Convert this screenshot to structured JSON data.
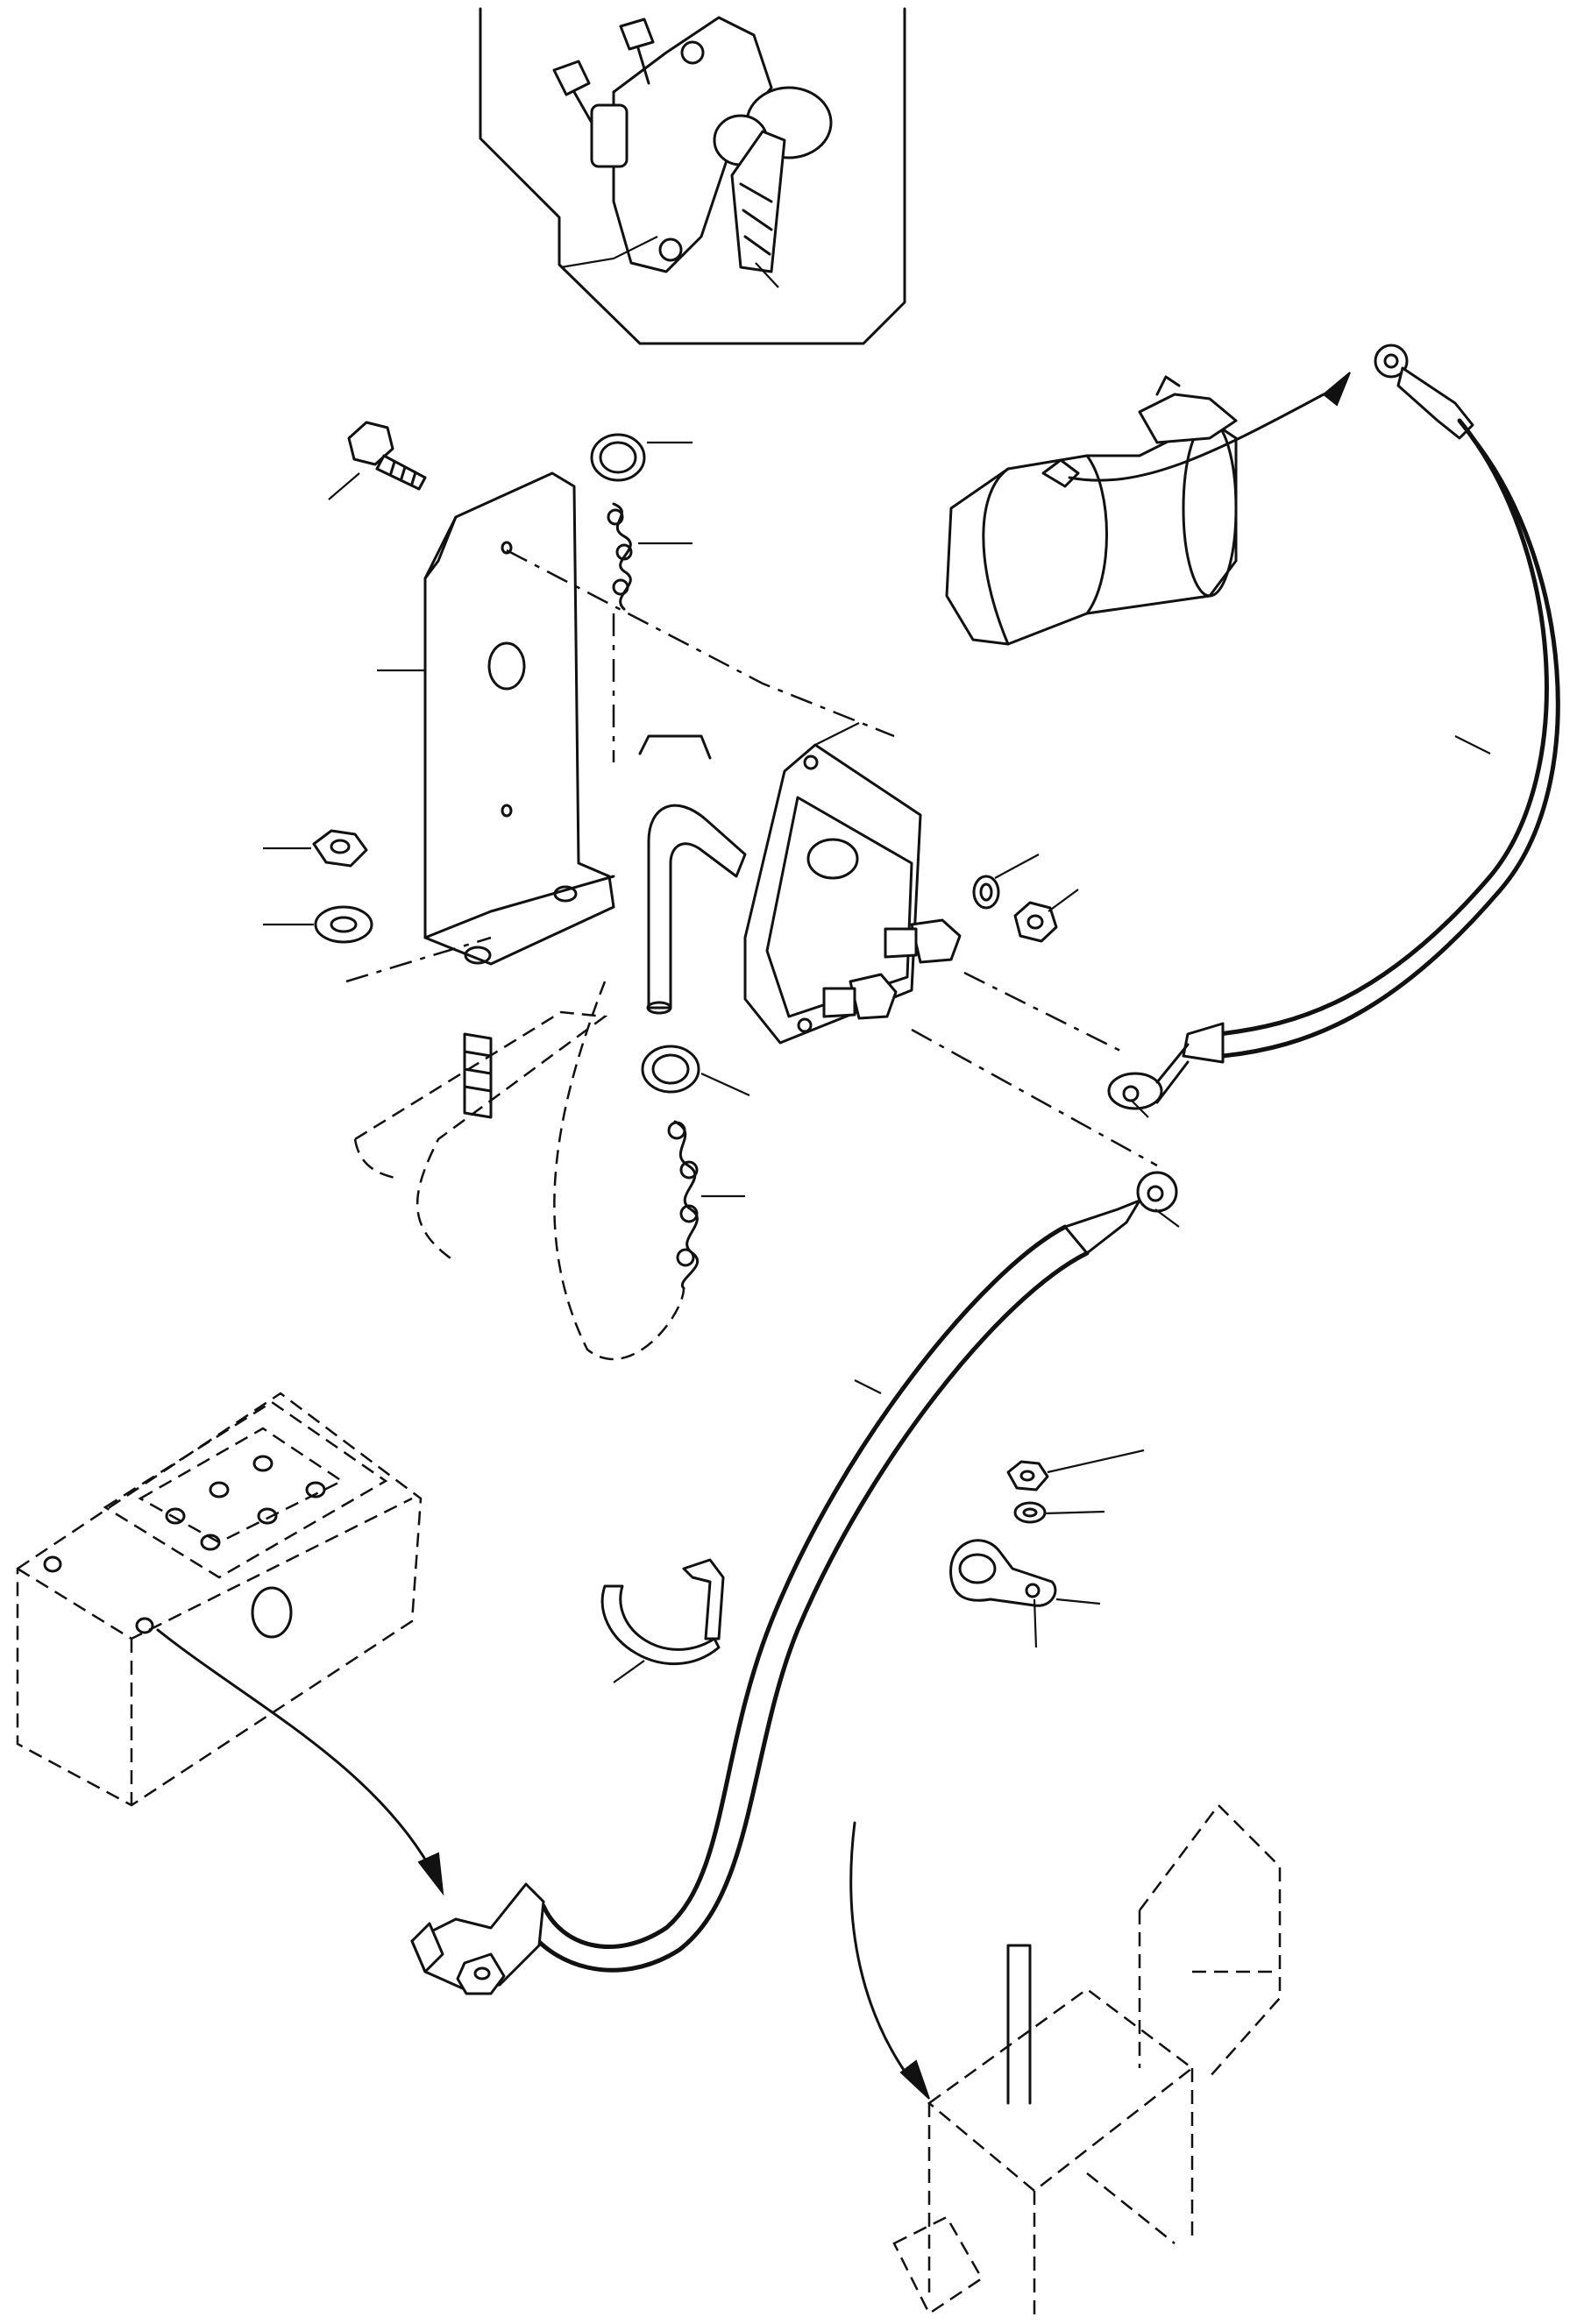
{
  "diagram": {
    "title": "",
    "parts": [
      "isolator-switch-inset",
      "hex-bolt",
      "mounting-bracket",
      "hex-nut",
      "lock-washer",
      "insulating-ring-upper",
      "bead-chain-upper",
      "battery-switch",
      "switch-handle",
      "switch-lock-washer",
      "switch-terminal-nut",
      "starter-motor",
      "starter-cable",
      "insulating-ring-lower",
      "bead-chain-lower",
      "cable-clip",
      "battery",
      "battery-cable",
      "battery-terminal-clamp",
      "clamp-nut",
      "clamp-washer",
      "p-clip",
      "ground-point"
    ],
    "callout_numbers": []
  }
}
